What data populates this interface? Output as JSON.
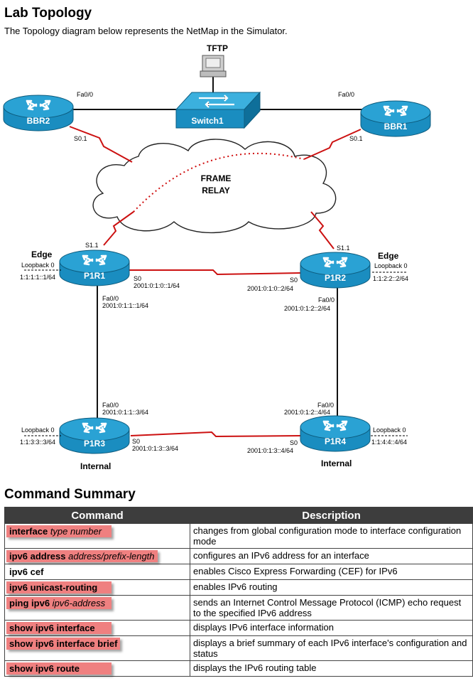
{
  "header": {
    "title": "Lab Topology",
    "intro": "The Topology diagram below represents the NetMap in the Simulator."
  },
  "diagram": {
    "tftp": "TFTP",
    "switch1": "Switch1",
    "cloud_line1": "FRAME",
    "cloud_line2": "RELAY",
    "bbr2": {
      "name": "BBR2",
      "fa": "Fa0/0",
      "serial": "S0.1"
    },
    "bbr1": {
      "name": "BBR1",
      "fa": "Fa0/0",
      "serial": "S0.1"
    },
    "p1r1": {
      "name": "P1R1",
      "role": "Edge",
      "subif": "S1.1",
      "loopback": "Loopback 0",
      "loop_addr": "1:1:1:1::1/64",
      "s0": "S0",
      "s0_addr": "2001:0:1:0::1/64",
      "fa": "Fa0/0",
      "fa_addr": "2001:0:1:1::1/64"
    },
    "p1r2": {
      "name": "P1R2",
      "role": "Edge",
      "subif": "S1.1",
      "loopback": "Loopback 0",
      "loop_addr": "1:1:2:2::2/64",
      "s0": "S0",
      "s0_addr": "2001:0:1:0::2/64",
      "fa": "Fa0/0",
      "fa_addr": "2001:0:1:2::2/64"
    },
    "p1r3": {
      "name": "P1R3",
      "role": "Internal",
      "loopback": "Loopback 0",
      "loop_addr": "1:1:3:3::3/64",
      "s0": "S0",
      "s0_addr": "2001:0:1:3::3/64",
      "fa": "Fa0/0",
      "fa_addr": "2001:0:1:1::3/64"
    },
    "p1r4": {
      "name": "P1R4",
      "role": "Internal",
      "loopback": "Loopback 0",
      "loop_addr": "1:1:4:4::4/64",
      "s0": "S0",
      "s0_addr": "2001:0:1:3::4/64",
      "fa": "Fa0/0",
      "fa_addr": "2001:0:1:2::4/64"
    }
  },
  "summary": {
    "title": "Command Summary",
    "col_command": "Command",
    "col_description": "Description",
    "rows": [
      {
        "cmd": "interface",
        "arg": " type number",
        "desc": "changes from global configuration mode to interface configuration mode"
      },
      {
        "cmd": "ipv6 address",
        "arg": " address/prefix-length",
        "desc": "configures an IPv6 address for an interface"
      },
      {
        "cmd": "ipv6 cef",
        "arg": "",
        "desc": "enables Cisco Express Forwarding (CEF) for IPv6"
      },
      {
        "cmd": "ipv6 unicast-routing",
        "arg": "",
        "desc": "enables IPv6 routing"
      },
      {
        "cmd": "ping ipv6",
        "arg": " ipv6-address",
        "desc": "sends an Internet Control Message Protocol (ICMP) echo request to the specified IPv6 address"
      },
      {
        "cmd": "show ipv6 interface",
        "arg": "",
        "desc": "displays IPv6 interface information"
      },
      {
        "cmd": "show ipv6 interface brief",
        "arg": "",
        "desc": "displays a brief summary of each IPv6 interface's configuration and status"
      },
      {
        "cmd": "show ipv6 route",
        "arg": "",
        "desc": "displays the IPv6 routing table"
      }
    ]
  },
  "colors": {
    "router": "#1a8dc0",
    "router_top": "#2aa2d4",
    "serial_link": "#cc1111",
    "highlight": "#ef8080",
    "header_bg": "#3d3d3d"
  }
}
